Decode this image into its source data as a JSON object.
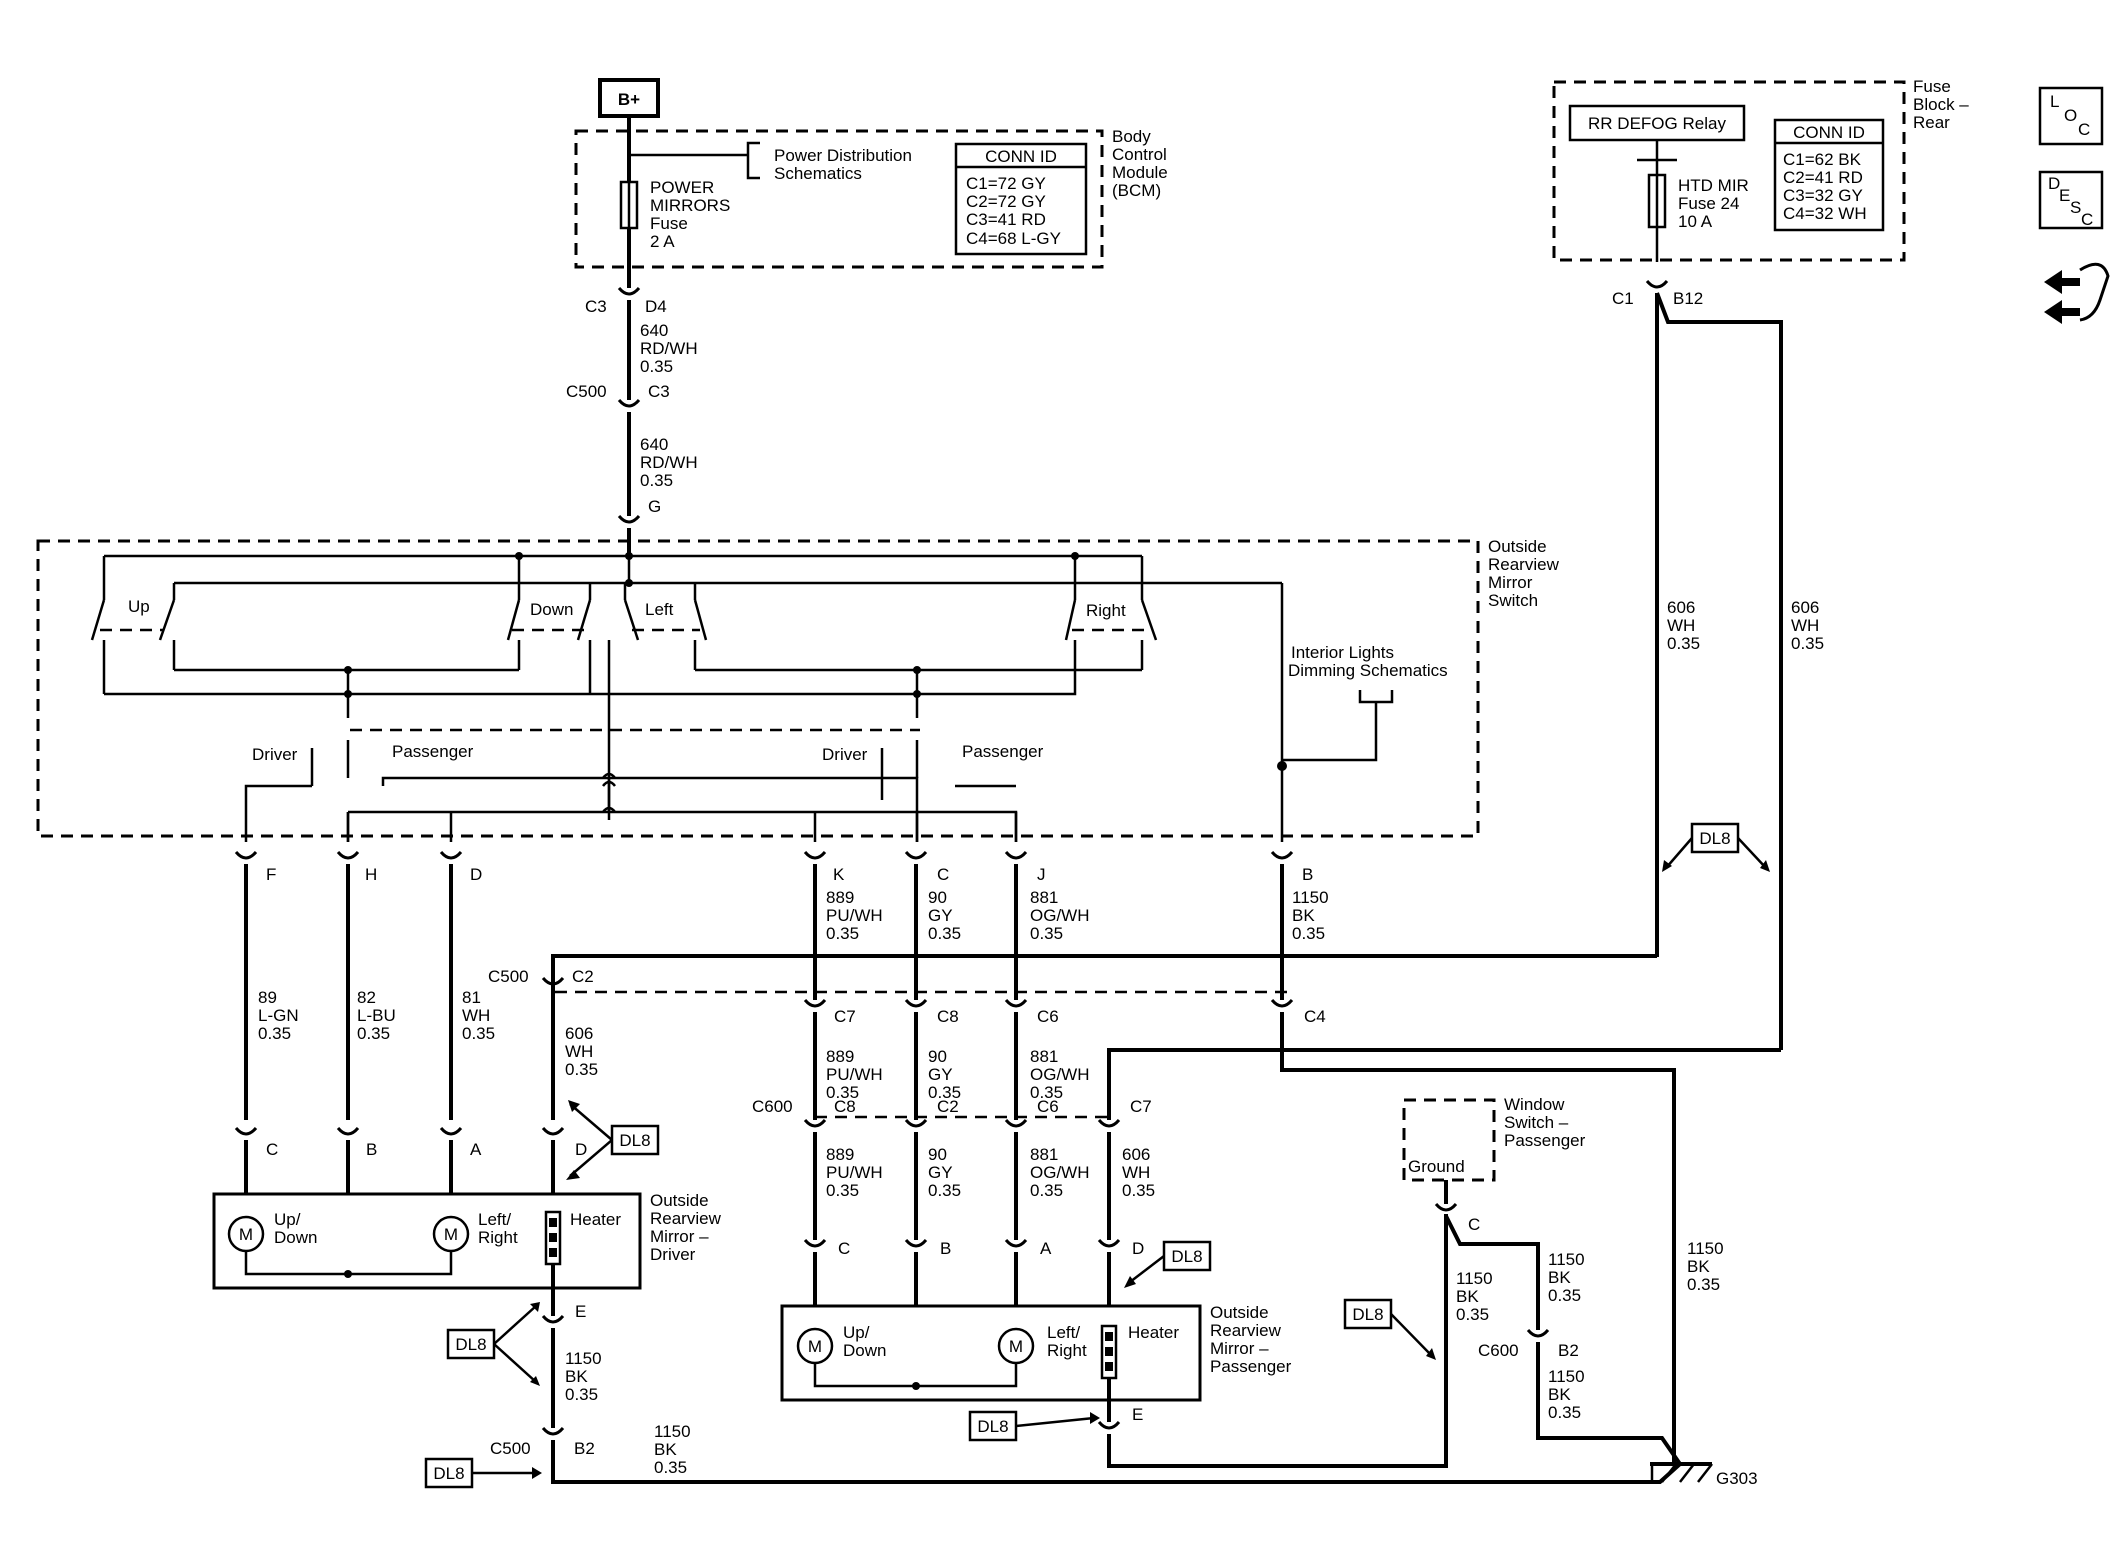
{
  "battery": "B+",
  "bcm": {
    "label": [
      "Body",
      "Control",
      "Module",
      "(BCM)"
    ],
    "pd_ref": [
      "Power Distribution",
      "Schematics"
    ],
    "fuse": [
      "POWER",
      "MIRRORS",
      "Fuse",
      "2 A"
    ],
    "conn_title": "CONN ID",
    "conn_rows": [
      "C1=72 GY",
      "C2=72 GY",
      "C3=41 RD",
      "C4=68 L-GY"
    ]
  },
  "fuse_block": {
    "label": [
      "Fuse",
      "Block –",
      "Rear"
    ],
    "relay": "RR DEFOG Relay",
    "fuse": [
      "HTD MIR",
      "Fuse 24",
      "10 A"
    ],
    "conn_title": "CONN ID",
    "conn_rows": [
      "C1=62 BK",
      "C2=41 RD",
      "C3=32 GY",
      "C4=32 WH"
    ]
  },
  "side_icons": {
    "loc": [
      "L",
      "O",
      "C"
    ],
    "desc": [
      "D",
      "E",
      "S",
      "C"
    ]
  },
  "switch": {
    "label": [
      "Outside",
      "Rearview",
      "Mirror",
      "Switch"
    ],
    "up": "Up",
    "down": "Down",
    "left": "Left",
    "right": "Right",
    "driver_1": "Driver",
    "passenger_1": "Passenger",
    "driver_2": "Driver",
    "passenger_2": "Passenger",
    "interior_ref": [
      "Interior Lights",
      "Dimming Schematics"
    ]
  },
  "driver_mirror": {
    "label": [
      "Outside",
      "Rearview",
      "Mirror –",
      "Driver"
    ],
    "motor_1": [
      "Up/",
      "Down"
    ],
    "motor_2": [
      "Left/",
      "Right"
    ],
    "heater": "Heater",
    "motor_symbol": "M"
  },
  "passenger_mirror": {
    "label": [
      "Outside",
      "Rearview",
      "Mirror –",
      "Passenger"
    ],
    "motor_1": [
      "Up/",
      "Down"
    ],
    "motor_2": [
      "Left/",
      "Right"
    ],
    "heater": "Heater",
    "motor_symbol": "M"
  },
  "window_switch": {
    "label": [
      "Window",
      "Switch –",
      "Passenger"
    ],
    "ground": "Ground"
  },
  "ground_id": "G303",
  "dl8": "DL8",
  "pins": {
    "c3": "C3",
    "d4": "D4",
    "c500a": "C500",
    "c3b": "C3",
    "g": "G",
    "c1": "C1",
    "b12": "B12",
    "f": "F",
    "h": "H",
    "d": "D",
    "k": "K",
    "c": "C",
    "j": "J",
    "b": "B",
    "c500b": "C500",
    "c2": "C2",
    "c7": "C7",
    "c8": "C8",
    "c6": "C6",
    "c4": "C4",
    "c600a": "C600",
    "c8b": "C8",
    "c2b": "C2",
    "c6b": "C6",
    "c7b": "C7",
    "dm_c": "C",
    "dm_b": "B",
    "dm_a": "A",
    "dm_d": "D",
    "dm_e": "E",
    "c500c": "C500",
    "b2a": "B2",
    "pm_c": "C",
    "pm_b": "B",
    "pm_a": "A",
    "pm_d": "D",
    "pm_e": "E",
    "ws_c": "C",
    "c600b": "C600",
    "b2b": "B2"
  },
  "wires": {
    "w640a": [
      "640",
      "RD/WH",
      "0.35"
    ],
    "w640b": [
      "640",
      "RD/WH",
      "0.35"
    ],
    "w606a": [
      "606",
      "WH",
      "0.35"
    ],
    "w606b": [
      "606",
      "WH",
      "0.35"
    ],
    "w89": [
      "89",
      "L-GN",
      "0.35"
    ],
    "w82": [
      "82",
      "L-BU",
      "0.35"
    ],
    "w81": [
      "81",
      "WH",
      "0.35"
    ],
    "w889a": [
      "889",
      "PU/WH",
      "0.35"
    ],
    "w90a": [
      "90",
      "GY",
      "0.35"
    ],
    "w881a": [
      "881",
      "OG/WH",
      "0.35"
    ],
    "w1150a": [
      "1150",
      "BK",
      "0.35"
    ],
    "w606c": [
      "606",
      "WH",
      "0.35"
    ],
    "w889b": [
      "889",
      "PU/WH",
      "0.35"
    ],
    "w90b": [
      "90",
      "GY",
      "0.35"
    ],
    "w881b": [
      "881",
      "OG/WH",
      "0.35"
    ],
    "w889c": [
      "889",
      "PU/WH",
      "0.35"
    ],
    "w90c": [
      "90",
      "GY",
      "0.35"
    ],
    "w881c": [
      "881",
      "OG/WH",
      "0.35"
    ],
    "w606d": [
      "606",
      "WH",
      "0.35"
    ],
    "w1150b": [
      "1150",
      "BK",
      "0.35"
    ],
    "w1150c": [
      "1150",
      "BK",
      "0.35"
    ],
    "w1150d": [
      "1150",
      "BK",
      "0.35"
    ],
    "w1150e": [
      "1150",
      "BK",
      "0.35"
    ],
    "w1150f": [
      "1150",
      "BK",
      "0.35"
    ],
    "w1150g": [
      "1150",
      "BK",
      "0.35"
    ]
  }
}
